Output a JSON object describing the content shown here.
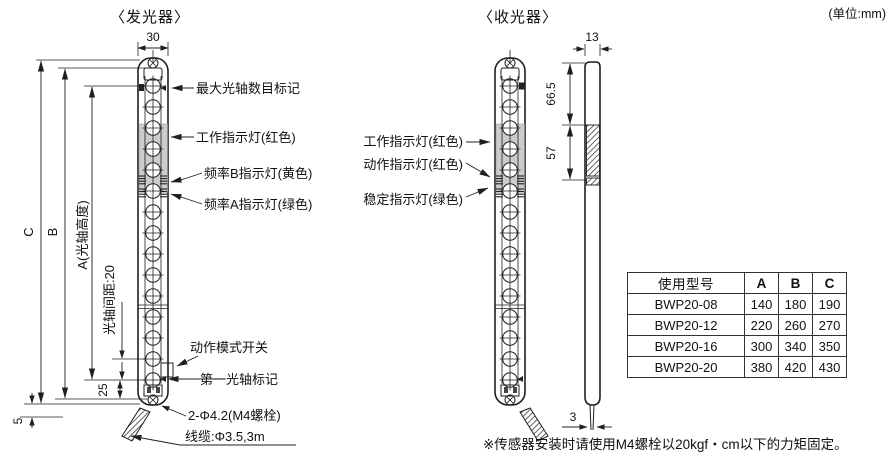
{
  "unit_note": "(单位:mm)",
  "footnote": "※传感器安装时请使用M4螺栓以20kgf・cm以下的力矩固定。",
  "emitter": {
    "title": "〈发光器〉",
    "labels": {
      "max_axis_mark": "最大光轴数目标记",
      "work_led": "工作指示灯(红色)",
      "freq_b_led": "频率B指示灯(黄色)",
      "freq_a_led": "频率A指示灯(绿色)",
      "mode_switch": "动作模式开关",
      "first_axis_mark": "第一光轴标记",
      "mounting_bolt": "2-Φ4.2(M4螺栓)",
      "cable": "线缆:Φ3.5,3m"
    },
    "dimensions": {
      "width": "30",
      "height_c": "C",
      "height_b": "B",
      "axis_height": "A(光轴高度)",
      "axis_pitch": "光轴间距:20",
      "bottom_offset": "25",
      "base_offset": "5"
    }
  },
  "receiver": {
    "title": "〈收光器〉",
    "labels": {
      "work_led": "工作指示灯(红色)",
      "operation_led": "动作指示灯(红色)",
      "stability_led": "稳定指示灯(绿色)"
    }
  },
  "side_view": {
    "dimensions": {
      "width": "13",
      "top_to_window": "66.5",
      "window_height": "57",
      "cable_width": "3"
    }
  },
  "model_table": {
    "headers": [
      "使用型号",
      "A",
      "B",
      "C"
    ],
    "rows": [
      [
        "BWP20-08",
        "140",
        "180",
        "190"
      ],
      [
        "BWP20-12",
        "220",
        "260",
        "270"
      ],
      [
        "BWP20-16",
        "300",
        "340",
        "350"
      ],
      [
        "BWP20-20",
        "380",
        "420",
        "430"
      ]
    ]
  },
  "colors": {
    "line": "#1f1f1f",
    "window_fill": "#cccccc",
    "background": "#ffffff"
  }
}
